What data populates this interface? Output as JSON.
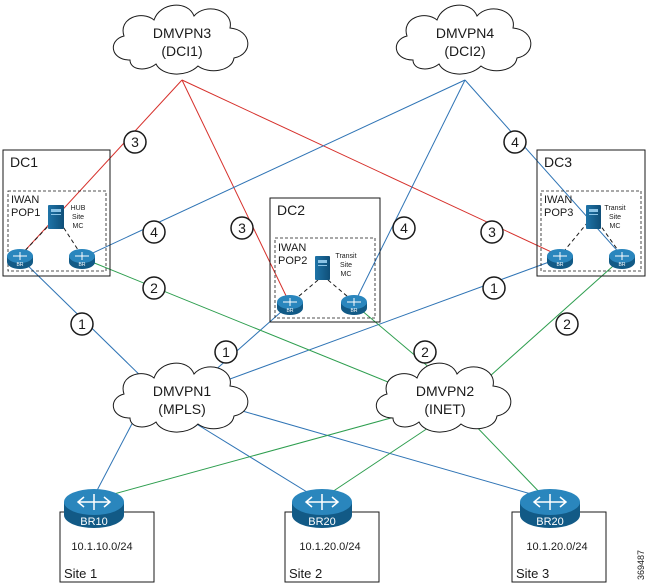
{
  "clouds": {
    "dmvpn3": {
      "line1": "DMVPN3",
      "line2": "(DCI1)"
    },
    "dmvpn4": {
      "line1": "DMVPN4",
      "line2": "(DCI2)"
    },
    "dmvpn1": {
      "line1": "DMVPN1",
      "line2": "(MPLS)"
    },
    "dmvpn2": {
      "line1": "DMVPN2",
      "line2": "(INET)"
    }
  },
  "datacenters": {
    "dc1": {
      "title": "DC1",
      "pop_line1": "IWAN",
      "pop_line2": "POP1",
      "mc_line1": "HUB",
      "mc_line2": "Site",
      "mc_line3": "MC",
      "router_label": "BR"
    },
    "dc2": {
      "title": "DC2",
      "pop_line1": "IWAN",
      "pop_line2": "POP2",
      "mc_line1": "Transit",
      "mc_line2": "Site",
      "mc_line3": "MC",
      "router_label": "BR"
    },
    "dc3": {
      "title": "DC3",
      "pop_line1": "IWAN",
      "pop_line2": "POP3",
      "mc_line1": "Transit",
      "mc_line2": "Site",
      "mc_line3": "MC",
      "router_label": "BR"
    }
  },
  "badges": {
    "one": "1",
    "two": "2",
    "three": "3",
    "four": "4"
  },
  "sites": {
    "site1": {
      "router": "BR10",
      "subnet": "10.1.10.0/24",
      "name": "Site 1"
    },
    "site2": {
      "router": "BR20",
      "subnet": "10.1.20.0/24",
      "name": "Site 2"
    },
    "site3": {
      "router": "BR20",
      "subnet": "10.1.20.0/24",
      "name": "Site 3"
    }
  },
  "figure_id": "369487",
  "colors": {
    "red": "#d6302b",
    "blue": "#2f74b5",
    "green": "#2e9e4f",
    "router": "#1d6d9e",
    "black": "#1a1a1a"
  }
}
